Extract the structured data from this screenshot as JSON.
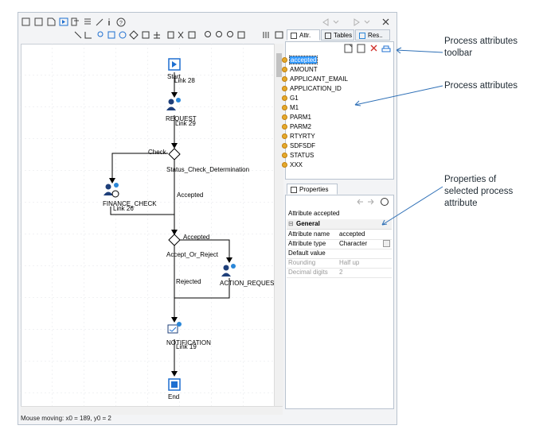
{
  "toolbar": {
    "row1_icons": [
      "save-icon",
      "save-as-icon",
      "open-icon",
      "run-icon",
      "copy-icon",
      "list-icon",
      "edit-icon",
      "info-icon",
      "help-icon"
    ],
    "row2_icons": [
      "connector-icon",
      "connector2-icon",
      "user-task-icon",
      "script-icon",
      "event-icon",
      "decision-icon",
      "subprocess-icon",
      "tree-icon",
      "copy-icon",
      "cut-icon",
      "paste-icon",
      "zoom-in-icon",
      "zoom-out-icon",
      "zoom-fit-icon",
      "zoom-reset-icon",
      "grid-icon",
      "panel-icon"
    ]
  },
  "tabs": [
    {
      "label": "Attr.",
      "icon": "attributes-icon"
    },
    {
      "label": "Tables",
      "icon": "tables-icon"
    },
    {
      "label": "Res..",
      "icon": "resources-icon"
    }
  ],
  "attributes": [
    "accepted",
    "AMOUNT",
    "APPLICANT_EMAIL",
    "APPLICATION_ID",
    "G1",
    "M1",
    "PARM1",
    "PARM2",
    "RTYRTY",
    "SDFSDF",
    "STATUS",
    "XXX"
  ],
  "properties": {
    "tab_label": "Properties",
    "title": "Attribute accepted",
    "section": "General",
    "rows": [
      {
        "k": "Attribute name",
        "v": "accepted",
        "disabled": false
      },
      {
        "k": "Attribute type",
        "v": "Character",
        "disabled": false
      },
      {
        "k": "Default value",
        "v": "",
        "disabled": false
      },
      {
        "k": "Rounding",
        "v": "Half up",
        "disabled": true
      },
      {
        "k": "Decimal digits",
        "v": "2",
        "disabled": true
      }
    ]
  },
  "diagram": {
    "start": "Start",
    "link28": "Link 28",
    "request": "REQUEST",
    "link29": "Link 29",
    "check": "Check",
    "status_check": "Status_Check_Determination",
    "finance": "FINANCE_CHECK",
    "link26": "Link 26",
    "accepted1": "Accepted",
    "accepted2": "Accepted",
    "accept_or_reject": "Accept_Or_Reject",
    "rejected": "Rejected",
    "action_request": "ACTION_REQUEST",
    "notification": "NOTIFICATION",
    "link19": "Link 19",
    "end": "End"
  },
  "status_bar": "Mouse moving: x0 = 189, y0 = 2",
  "annotations": {
    "toolbar": "Process attributes toolbar",
    "attributes": "Process attributes",
    "properties": "Properties of selected process attribute"
  },
  "colors": {
    "accent": "#1e6fd0",
    "selection": "#3399ff",
    "border": "#b9c3cf"
  }
}
